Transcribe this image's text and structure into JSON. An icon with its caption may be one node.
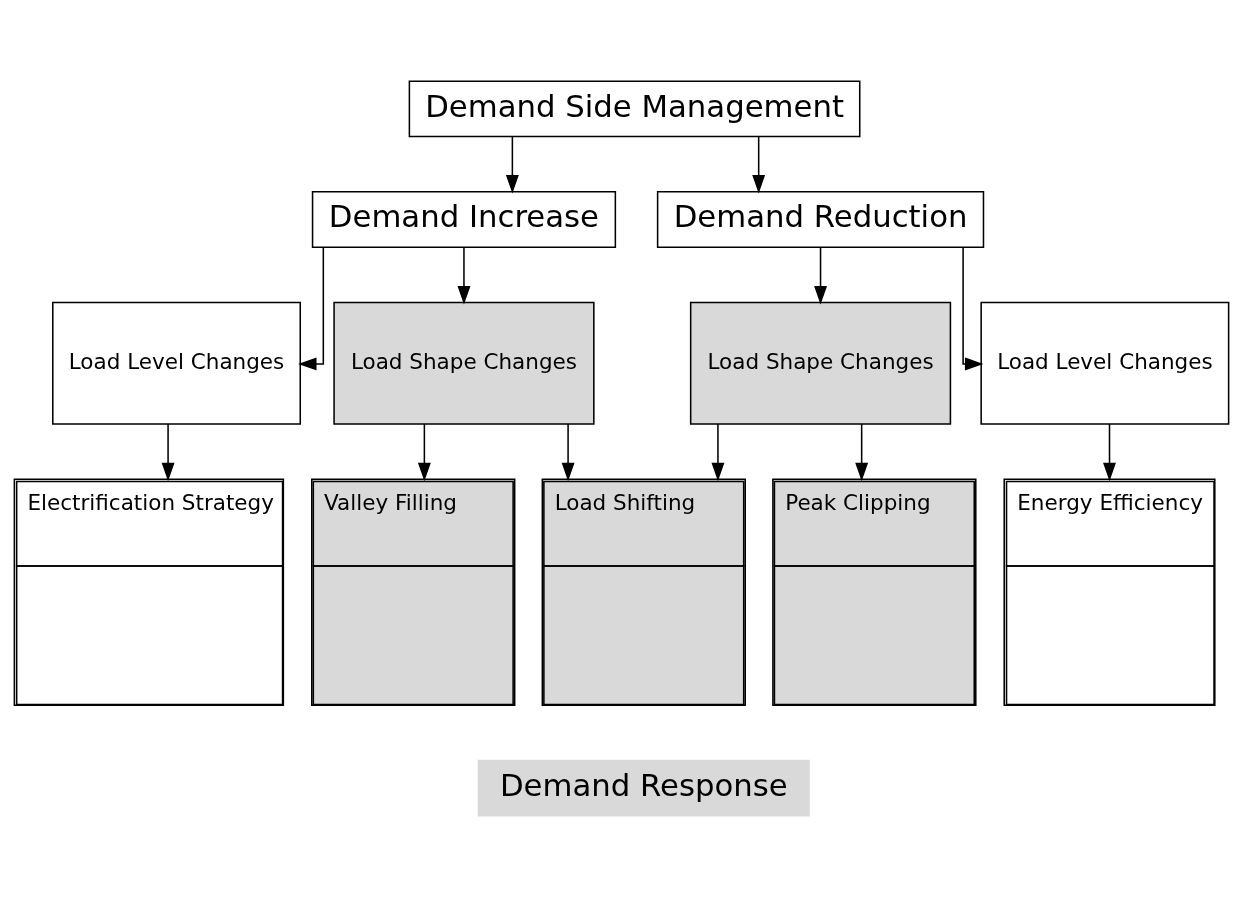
{
  "diagram": {
    "nodes": [
      {
        "text": [
          "Demand Side Management"
        ]
      },
      {
        "text": [
          "Demand Increase"
        ]
      },
      {
        "text": [
          "Demand Reduction"
        ]
      },
      {
        "text": [
          "Load Level Changes"
        ]
      },
      {
        "text": [
          "Load Shape Changes"
        ]
      },
      {
        "text": [
          "Load Shape Changes"
        ]
      },
      {
        "text": [
          "Load Level Changes"
        ]
      },
      {
        "text": [
          "Electrification Strategy"
        ]
      },
      {
        "text": [
          "Valley Filling"
        ]
      },
      {
        "text": [
          "Load Shifting"
        ]
      },
      {
        "text": [
          "Peak Clipping"
        ]
      },
      {
        "text": [
          "Energy Efficiency"
        ]
      },
      {
        "text": [
          "Demand Response"
        ]
      }
    ],
    "edges": [
      {
        "from": 0,
        "to": 1,
        "arrow": "to"
      },
      {
        "from": 0,
        "to": 2,
        "arrow": "to"
      },
      {
        "from": 1,
        "to": 3,
        "arrow": "to"
      },
      {
        "from": 1,
        "to": 4,
        "arrow": "to"
      },
      {
        "from": 2,
        "to": 5,
        "arrow": "to"
      },
      {
        "from": 2,
        "to": 6,
        "arrow": "to"
      },
      {
        "from": 3,
        "to": 7,
        "arrow": "to"
      },
      {
        "from": 4,
        "to": 8,
        "arrow": "to"
      },
      {
        "from": 4,
        "to": 9,
        "arrow": "to"
      },
      {
        "from": 5,
        "to": 9,
        "arrow": "to"
      },
      {
        "from": 5,
        "to": 10,
        "arrow": "to"
      },
      {
        "from": 6,
        "to": 11,
        "arrow": "to"
      }
    ]
  }
}
